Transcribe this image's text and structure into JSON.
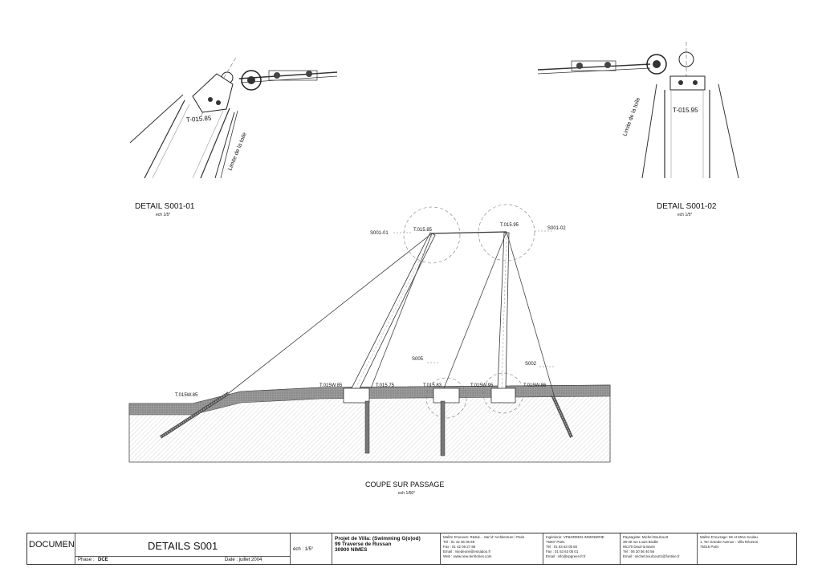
{
  "details": {
    "left": {
      "title": "DETAIL S001-01",
      "scale": "ech 1/5°",
      "ground_label": "Limite de la toile",
      "mast_label": "T-015.85"
    },
    "right": {
      "title": "DETAIL S001-02",
      "scale": "ech 1/5°",
      "ground_label": "Limite de la toile",
      "mast_label": "T-015.95"
    }
  },
  "section": {
    "title": "COUPE SUR PASSAGE",
    "scale": "ech 1/50°",
    "labels": {
      "s001_01": "S001-01",
      "s001_02": "S001-02",
      "s005": "S005",
      "s002": "S002",
      "t015_85": "T.015.85",
      "t015_95": "T.015.95",
      "t015w_85_left": "T.015W.85",
      "t015w_85": "T.015W.85",
      "t015_75": "T.015.75",
      "t015_83": "T.015.83",
      "t015w_95": "T.015W.95",
      "t015w_86": "T.015W.86"
    }
  },
  "title_block": {
    "document": "DOCUMENT",
    "sheet_title": "DETAILS S001",
    "phase_label": "Phase :",
    "phase_value": "DCE",
    "date": "Date : juillet 2004",
    "ech": "éch : 1/5°",
    "project_line1": "Projet de Villa: (Swimming G(o)od)",
    "project_line2": "99 Traverse de Russan",
    "project_line3": "30900 NIMES",
    "moe": [
      "Maître D'oeuvre: R&Sie... Sarl d' Architecture / Paris",
      "Tél : 01 42 06 06 69",
      "Fax : 01 42 06 27 86",
      "Email : rsiedeorie@esnadoo.fr",
      "Web : www.new-territories.com"
    ],
    "ing": [
      "Ingénierie: VP&GREEN INGENIERIE",
      "75007 Paris",
      "Tél : 01 53 63 05 50",
      "Fax : 01 53 63 05 01",
      "Email : info@vpgreen.fr.fr"
    ],
    "pays": [
      "Paysagiste: Michel Boulcourt",
      "38-40 rue Louis Braille",
      "95170 Deuil la Barre",
      "Tél : 06 20 56 40 56",
      "Email : michel.boulcourt1@fontine.fr"
    ],
    "mo": [
      "Maître D'ouvrage: Mr et Mme Soulau",
      "1, Ter Grande Avenue - Villa Réunion",
      "75016 Paris"
    ]
  }
}
